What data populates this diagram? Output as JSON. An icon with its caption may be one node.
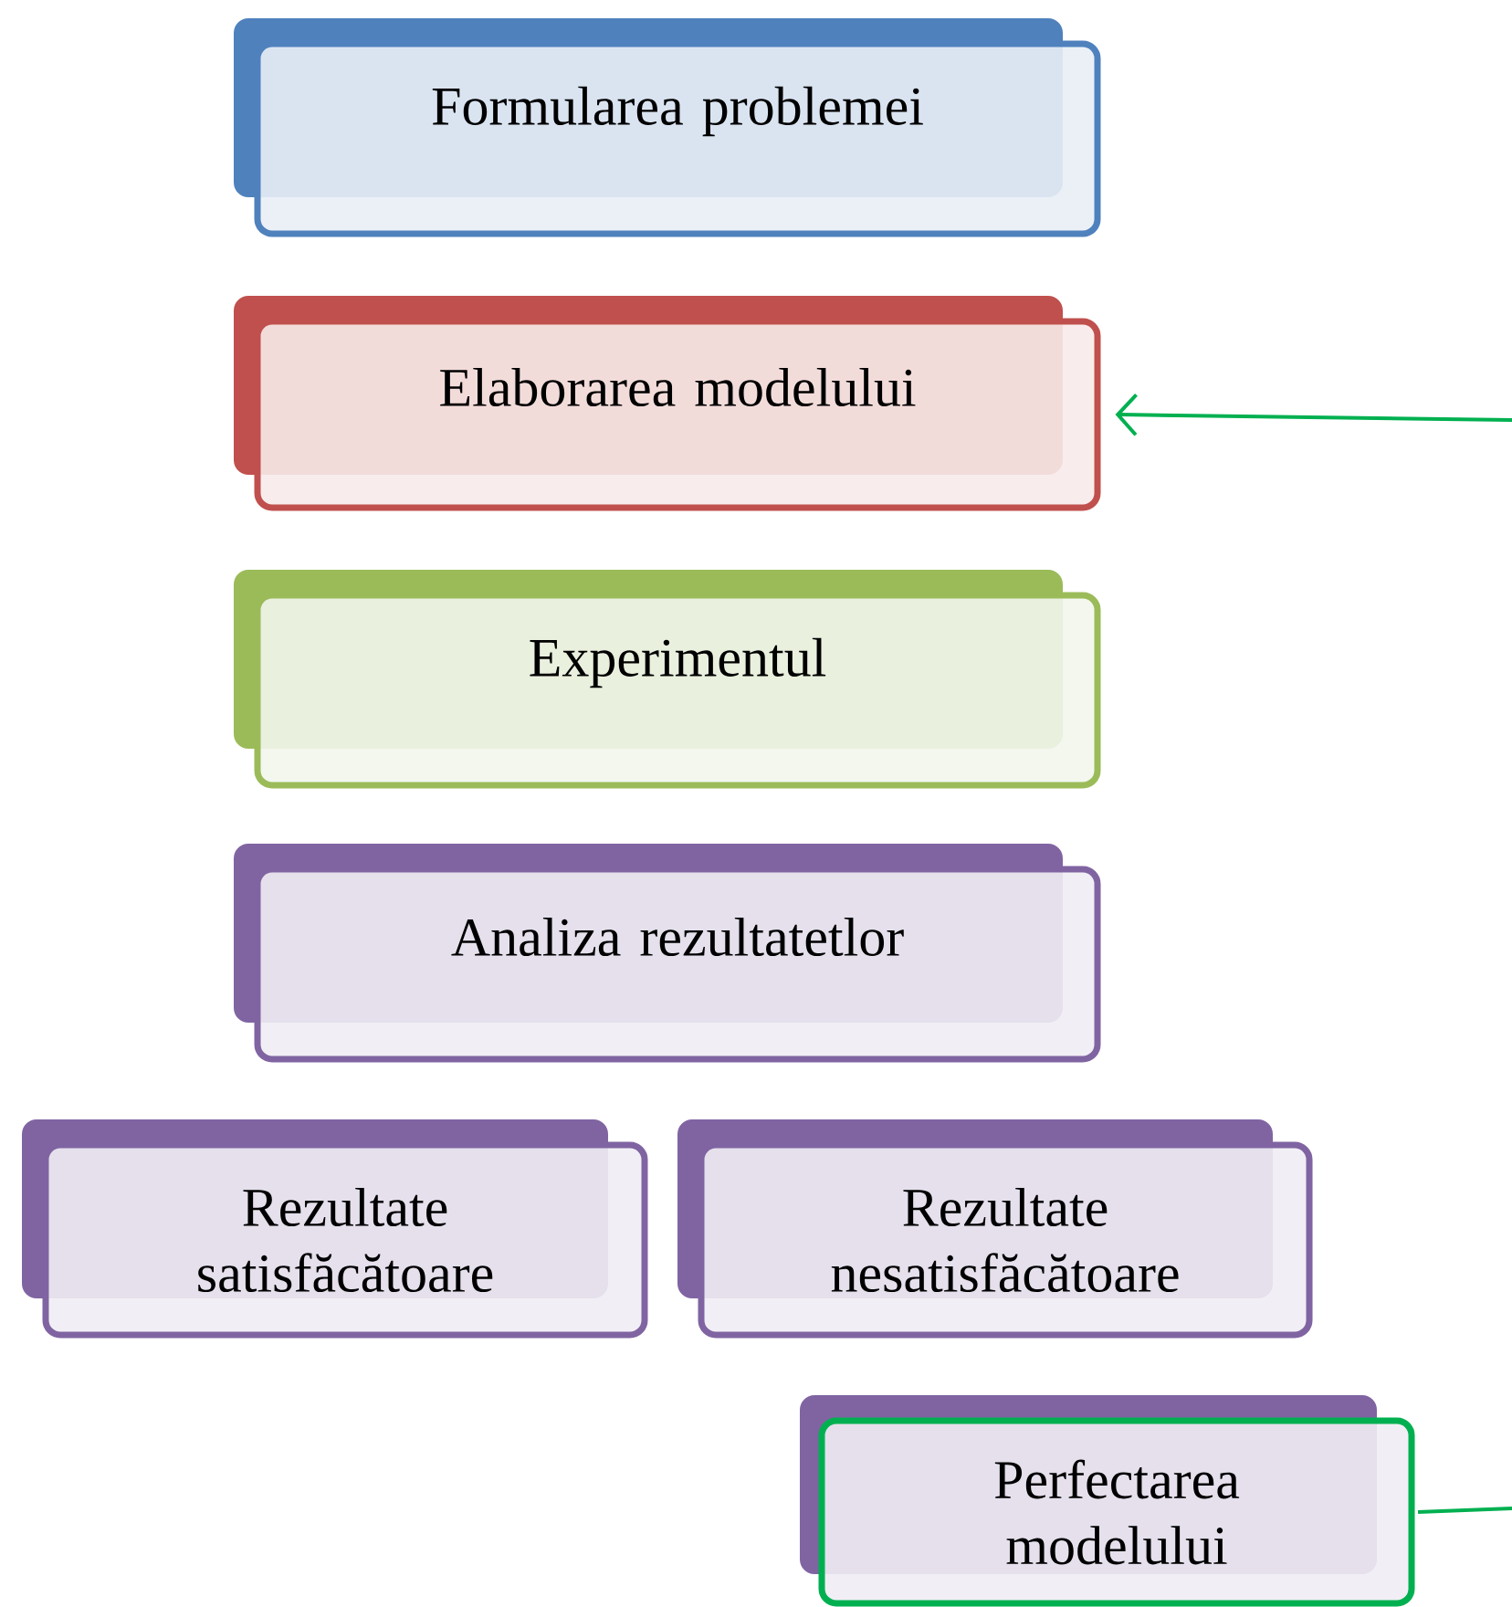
{
  "diagram": {
    "nodes": [
      {
        "text": [
          "Formularea problemei"
        ]
      },
      {
        "text": [
          "Elaborarea modelului"
        ]
      },
      {
        "text": [
          "Experimentul"
        ]
      },
      {
        "text": [
          "Analiza rezultatetlor"
        ]
      },
      {
        "text": [
          "Rezultate satisfăcătoare"
        ]
      },
      {
        "text": [
          "Rezultate nesatisfăcătoare"
        ]
      },
      {
        "text": [
          "Perfectarea modelului"
        ]
      }
    ],
    "edges": [
      {
        "from": null,
        "to": 1,
        "arrow": "to"
      },
      {
        "from": 6,
        "to": null,
        "arrow": "none"
      }
    ]
  }
}
